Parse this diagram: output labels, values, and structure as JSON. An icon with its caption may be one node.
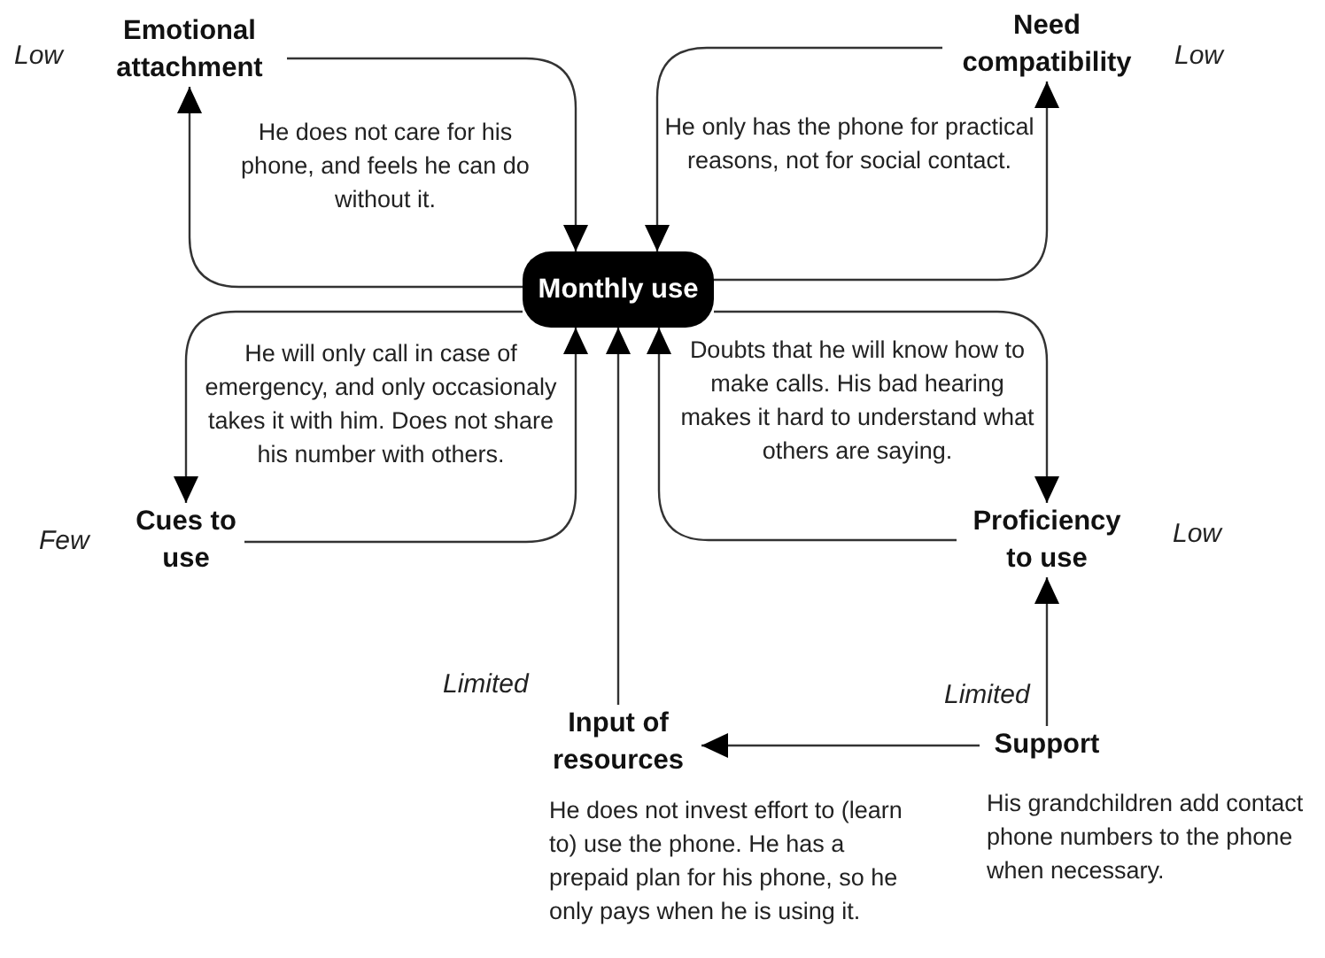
{
  "diagram": {
    "nodes": [
      {
        "text": [
          "Monthly use"
        ]
      },
      {
        "text": [
          "Emotional attachment"
        ],
        "beside": [
          "Low"
        ]
      },
      {
        "text": [
          "Need compatibility"
        ],
        "beside": [
          "Low"
        ]
      },
      {
        "text": [
          "Cues to use"
        ],
        "beside": [
          "Few"
        ]
      },
      {
        "text": [
          "Proficiency to use"
        ],
        "beside": [
          "Low"
        ]
      },
      {
        "text": [
          "Input of resources"
        ],
        "beside": [
          "Limited",
          "He does not invest effort to (learn to) use the phone. He has a prepaid plan for his phone, so he only pays when he is using it."
        ]
      },
      {
        "text": [
          "Support"
        ],
        "beside": [
          "Limited",
          "His grandchildren add contact phone numbers to the phone when necessary."
        ]
      }
    ],
    "edges": [
      {
        "from": 1,
        "to": 0,
        "arrow": "to"
      },
      {
        "from": 0,
        "to": 1,
        "arrow": "to"
      },
      {
        "from": 2,
        "to": 0,
        "arrow": "to"
      },
      {
        "from": 0,
        "to": 2,
        "arrow": "to"
      },
      {
        "from": 0,
        "to": 3,
        "arrow": "to"
      },
      {
        "from": 3,
        "to": 0,
        "arrow": "to"
      },
      {
        "from": 0,
        "to": 4,
        "arrow": "to"
      },
      {
        "from": 4,
        "to": 0,
        "arrow": "to"
      },
      {
        "from": 5,
        "to": 0,
        "arrow": "to"
      },
      {
        "from": 6,
        "to": 5,
        "arrow": "to"
      },
      {
        "from": 6,
        "to": 4,
        "arrow": "to"
      }
    ],
    "labels": [
      "He does not care for his phone, and feels he can do without it.",
      "He only has the phone for practical reasons, not for social contact.",
      "He will only call in case of emergency, and only occasionaly takes it with him. Does not share his number with others.",
      "Doubts that he will know how to make calls. His bad hearing makes it hard to understand what others are saying."
    ]
  }
}
